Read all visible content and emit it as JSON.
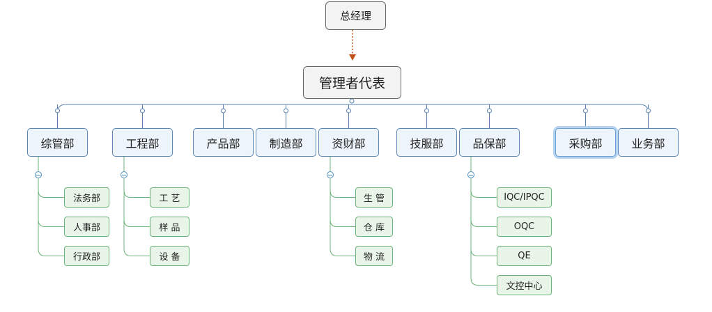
{
  "diagram": {
    "top": "总经理",
    "representative": "管理者代表",
    "departments": [
      {
        "label": "综管部",
        "children": [
          "法务部",
          "人事部",
          "行政部"
        ]
      },
      {
        "label": "工程部",
        "children": [
          "工  艺",
          "样 品",
          "设  备"
        ]
      },
      {
        "label": "产品部",
        "children": []
      },
      {
        "label": "制造部",
        "children": []
      },
      {
        "label": "资财部",
        "children": [
          "生 管",
          "仓 库",
          "物 流"
        ]
      },
      {
        "label": "技服部",
        "children": []
      },
      {
        "label": "品保部",
        "children": [
          "IQC/IPQC",
          "OQC",
          "QE",
          "文控中心"
        ]
      },
      {
        "label": "采购部",
        "children": []
      },
      {
        "label": "业务部",
        "children": []
      }
    ]
  },
  "colors": {
    "connector_top": "#c0531c",
    "connector_main": "#5a82b0",
    "connector_sub": "#6bb37a",
    "selected_highlight": "#b7d3f2"
  }
}
